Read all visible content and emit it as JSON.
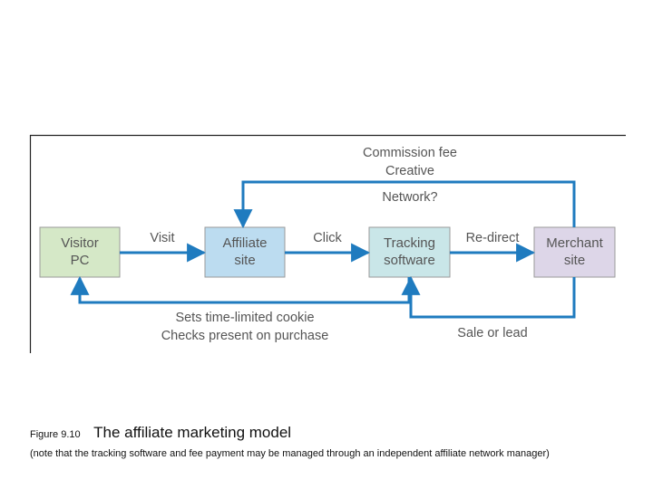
{
  "diagram": {
    "nodes": {
      "visitor": {
        "line1": "Visitor",
        "line2": "PC",
        "fill": "#d5e8c7"
      },
      "affiliate": {
        "line1": "Affiliate",
        "line2": "site",
        "fill": "#bcdcf0"
      },
      "tracking": {
        "line1": "Tracking",
        "line2": "software",
        "fill": "#c9e6e8"
      },
      "merchant": {
        "line1": "Merchant",
        "line2": "site",
        "fill": "#ddd6e8"
      }
    },
    "edges": {
      "visit": "Visit",
      "click": "Click",
      "redirect": "Re-direct",
      "commission_line1": "Commission fee",
      "commission_line2": "Creative",
      "network": "Network?",
      "cookie_line1": "Sets time-limited cookie",
      "cookie_line2": "Checks present on purchase",
      "sale": "Sale or lead"
    },
    "colors": {
      "arrow": "#1f7bbf",
      "frame": "#222222",
      "label": "#555555"
    }
  },
  "caption": {
    "figure_number": "Figure 9.10",
    "title": "The affiliate marketing model",
    "note": "(note that the tracking software and fee payment may be managed through an independent affiliate network manager)"
  }
}
